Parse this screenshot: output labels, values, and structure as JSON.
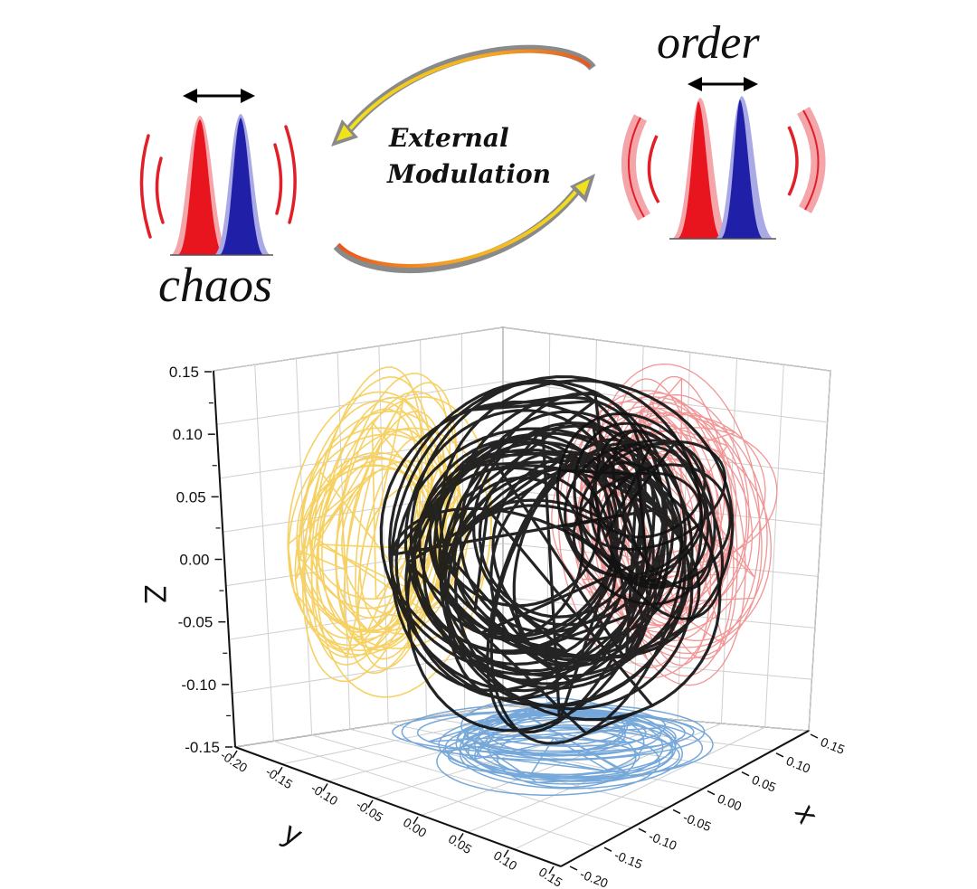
{
  "labels": {
    "chaos": "chaos",
    "order": "order",
    "modulation_line1": "External",
    "modulation_line2": "Modulation"
  },
  "axes": {
    "z_title": "Z",
    "y_title": "y",
    "x_title": "x",
    "z_ticks": [
      "0.15",
      "0.10",
      "0.05",
      "0.00",
      "-0.05",
      "-0.10",
      "-0.15"
    ],
    "y_ticks": [
      "-0.20",
      "-0.15",
      "-0.10",
      "-0.05",
      "0.00",
      "0.05",
      "0.10",
      "0.15"
    ],
    "x_ticks": [
      "0.15",
      "0.10",
      "0.05",
      "0.00",
      "-0.05",
      "-0.10",
      "-0.15",
      "-0.20"
    ]
  },
  "colors": {
    "red_pulse": "#e8141e",
    "blue_pulse": "#1f1fa8",
    "trajectory": "#111111",
    "projection_yz": "#f5cf5c",
    "projection_xz": "#f08a8a",
    "projection_xy": "#6fa3d8",
    "arrow_fill": "#f5a623",
    "arrow_edge": "#8a8a8a"
  }
}
